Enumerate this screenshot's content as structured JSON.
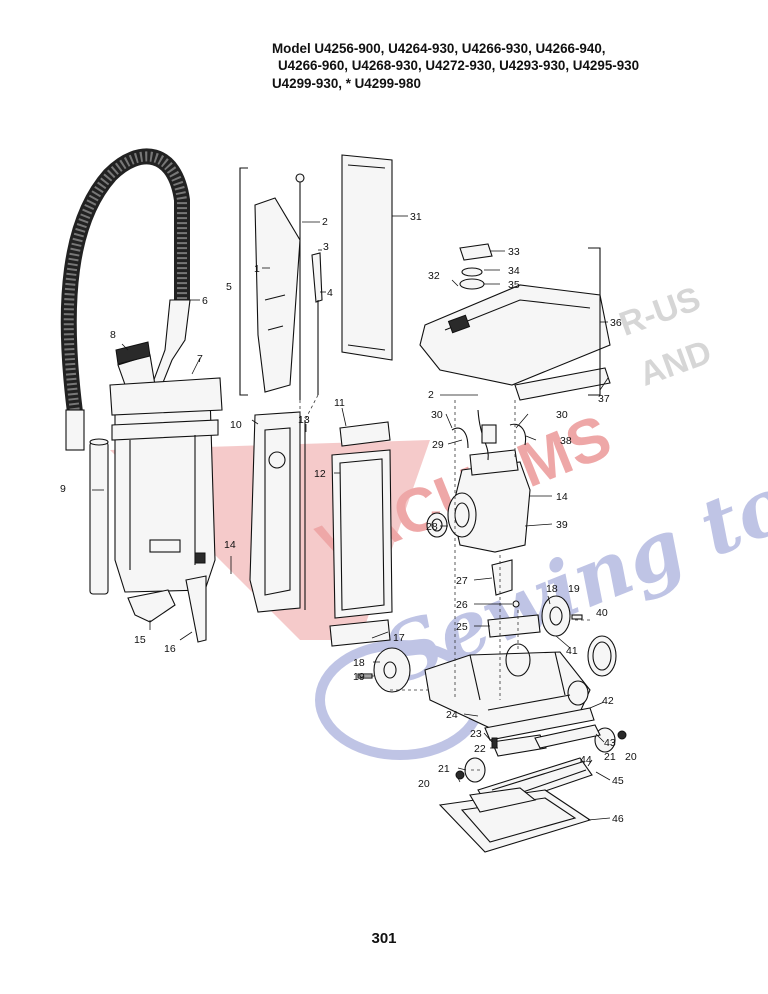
{
  "header": {
    "line1": "Model  U4256-900,  U4264-930,  U4266-930,  U4266-940,",
    "line2": "U4266-960,  U4268-930,  U4272-930,  U4293-930,  U4295-930",
    "line3": "U4299-930,  * U4299-980"
  },
  "watermark": {
    "brand": "VACUUMS",
    "suffix1": "R-US",
    "suffix2": "AND",
    "script": "Sewing too",
    "colors": {
      "red": "#e88a8a",
      "blue": "#9ea6d8"
    }
  },
  "callouts": [
    {
      "id": "c1",
      "label": "1"
    },
    {
      "id": "c2a",
      "label": "2"
    },
    {
      "id": "c2b",
      "label": "2"
    },
    {
      "id": "c3",
      "label": "3"
    },
    {
      "id": "c4",
      "label": "4"
    },
    {
      "id": "c5",
      "label": "5"
    },
    {
      "id": "c6",
      "label": "6"
    },
    {
      "id": "c7",
      "label": "7"
    },
    {
      "id": "c8",
      "label": "8"
    },
    {
      "id": "c9",
      "label": "9"
    },
    {
      "id": "c10",
      "label": "10"
    },
    {
      "id": "c11",
      "label": "11"
    },
    {
      "id": "c12",
      "label": "12"
    },
    {
      "id": "c13",
      "label": "13"
    },
    {
      "id": "c14a",
      "label": "14"
    },
    {
      "id": "c14b",
      "label": "14"
    },
    {
      "id": "c15",
      "label": "15"
    },
    {
      "id": "c16",
      "label": "16"
    },
    {
      "id": "c17",
      "label": "17"
    },
    {
      "id": "c18a",
      "label": "18"
    },
    {
      "id": "c18b",
      "label": "18"
    },
    {
      "id": "c19a",
      "label": "19"
    },
    {
      "id": "c19b",
      "label": "19"
    },
    {
      "id": "c20a",
      "label": "20"
    },
    {
      "id": "c20b",
      "label": "20"
    },
    {
      "id": "c21a",
      "label": "21"
    },
    {
      "id": "c21b",
      "label": "21"
    },
    {
      "id": "c22",
      "label": "22"
    },
    {
      "id": "c23",
      "label": "23"
    },
    {
      "id": "c24",
      "label": "24"
    },
    {
      "id": "c25",
      "label": "25"
    },
    {
      "id": "c26",
      "label": "26"
    },
    {
      "id": "c27",
      "label": "27"
    },
    {
      "id": "c28",
      "label": "28"
    },
    {
      "id": "c29",
      "label": "29"
    },
    {
      "id": "c30a",
      "label": "30"
    },
    {
      "id": "c30b",
      "label": "30"
    },
    {
      "id": "c31",
      "label": "31"
    },
    {
      "id": "c32",
      "label": "32"
    },
    {
      "id": "c33",
      "label": "33"
    },
    {
      "id": "c34",
      "label": "34"
    },
    {
      "id": "c35",
      "label": "35"
    },
    {
      "id": "c36",
      "label": "36"
    },
    {
      "id": "c37",
      "label": "37"
    },
    {
      "id": "c38",
      "label": "38"
    },
    {
      "id": "c39",
      "label": "39"
    },
    {
      "id": "c40",
      "label": "40"
    },
    {
      "id": "c41",
      "label": "41"
    },
    {
      "id": "c42",
      "label": "42"
    },
    {
      "id": "c43",
      "label": "43"
    },
    {
      "id": "c44",
      "label": "44"
    },
    {
      "id": "c45",
      "label": "45"
    },
    {
      "id": "c46",
      "label": "46"
    }
  ],
  "page_number": "301"
}
